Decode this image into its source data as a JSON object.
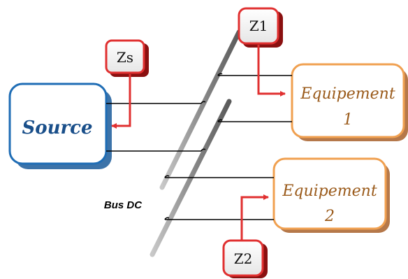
{
  "diagram": {
    "source_label": "Source",
    "bus_label": "Bus DC",
    "equipment1_line1": "Equipement",
    "equipment1_line2": "1",
    "equipment2_line1": "Equipement",
    "equipment2_line2": "2",
    "zs_label": "Zs",
    "z1_label": "Z1",
    "z2_label": "Z2"
  },
  "colors": {
    "source_border": "#1f6db5",
    "source_text": "#1a4f8a",
    "equipment_border": "#f0a050",
    "equipment_text": "#9a5a1a",
    "impedance_border": "#e03030",
    "arrow": "#e03030",
    "bus": "#9a9a9a",
    "wire": "#000000"
  }
}
